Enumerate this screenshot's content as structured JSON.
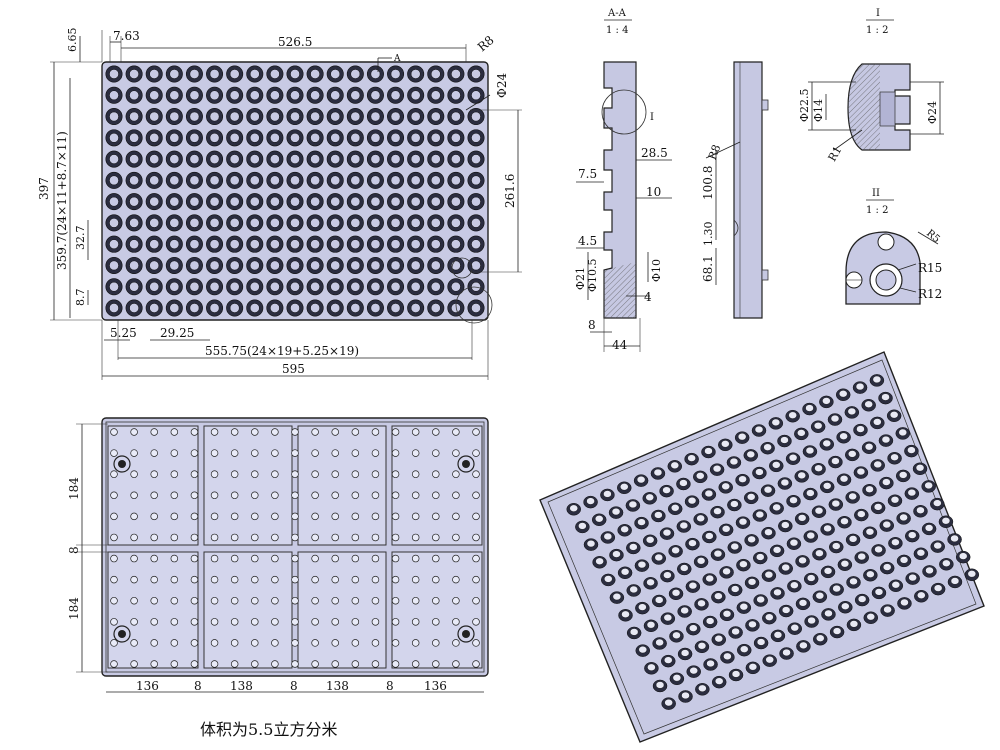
{
  "views": {
    "top_plan": {
      "dims": {
        "overall_width": "595",
        "inner_width": "526.5",
        "pitch_total": "555.75(24×19+5.25×19)",
        "offset_left": "7.63",
        "offset_top": "6.65",
        "corner_radius": "R8",
        "hole_diameter": "Φ24",
        "overall_height": "397",
        "pitch_height": "359.7(24×11+8.7×11)",
        "inner_height": "261.6",
        "row_pitch": "32.7",
        "gap_v": "8.7",
        "gap_h": "5.25",
        "col_pitch": "29.25",
        "section_mark": "A"
      }
    },
    "section_aa": {
      "title": "A-A",
      "scale": "1 : 4",
      "dims": {
        "d285": "28.5",
        "d75": "7.5",
        "d10": "10",
        "d45": "4.5",
        "d21": "Φ21",
        "d105": "Φ10.5",
        "d10b": "Φ10",
        "d4": "4",
        "d8": "8",
        "d44": "44"
      },
      "detail_mark": "I"
    },
    "side_view": {
      "dims": {
        "r8": "R8",
        "d1008": "100.8",
        "d130": "1.30",
        "d681": "68.1"
      }
    },
    "detail_i": {
      "title": "I",
      "scale": "1 : 2",
      "dims": {
        "d225": "Φ22.5",
        "d14": "Φ14",
        "d24": "Φ24",
        "r1": "R1"
      }
    },
    "detail_ii": {
      "title": "II",
      "scale": "1 : 2",
      "dims": {
        "r5": "R5",
        "r15": "R15",
        "r12": "R12"
      }
    },
    "bottom_plan": {
      "dims": {
        "h184a": "184",
        "h8": "8",
        "h184b": "184",
        "w136a": "136",
        "w8a": "8",
        "w138a": "138",
        "w8b": "8",
        "w138b": "138",
        "w8c": "8",
        "w136b": "136"
      }
    }
  },
  "note": "体积为5.5立方分米",
  "colors": {
    "part_fill": "#c8cae4",
    "line": "#222222",
    "dark_pocket": "#2b2d40"
  }
}
